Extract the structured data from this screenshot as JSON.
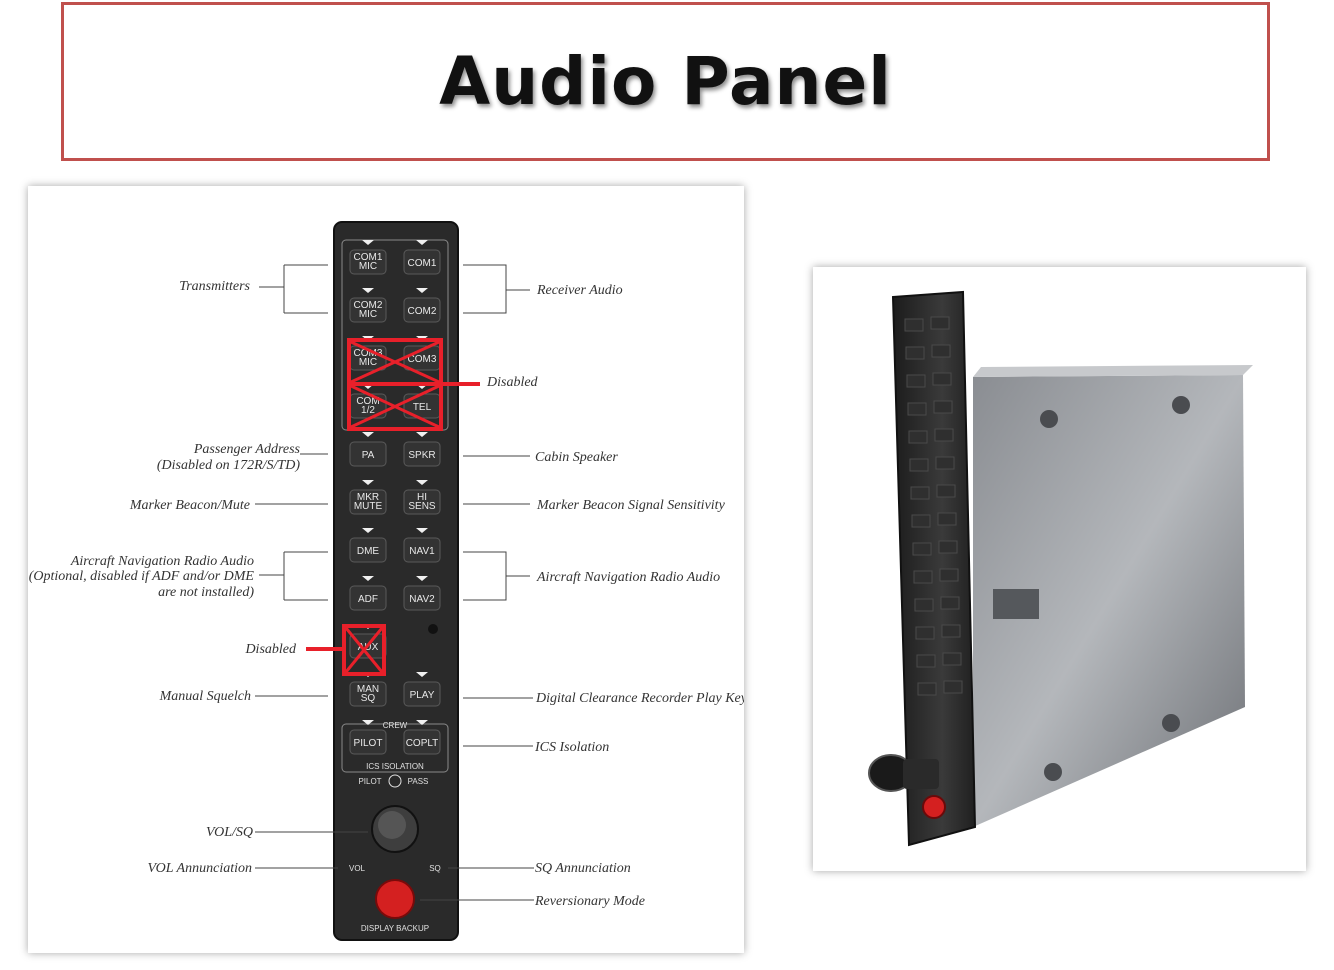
{
  "page": {
    "title": "Audio Panel"
  },
  "panel": {
    "rows": [
      {
        "left": [
          "COM1",
          "MIC"
        ],
        "right": [
          "COM1"
        ]
      },
      {
        "left": [
          "COM2",
          "MIC"
        ],
        "right": [
          "COM2"
        ]
      },
      {
        "left": [
          "COM3",
          "MIC"
        ],
        "right": [
          "COM3"
        ]
      },
      {
        "left": [
          "COM",
          "1/2"
        ],
        "right": [
          "TEL"
        ]
      },
      {
        "left": [
          "PA"
        ],
        "right": [
          "SPKR"
        ]
      },
      {
        "left": [
          "MKR",
          "MUTE"
        ],
        "right": [
          "HI",
          "SENS"
        ]
      },
      {
        "left": [
          "DME"
        ],
        "right": [
          "NAV1"
        ]
      },
      {
        "left": [
          "ADF"
        ],
        "right": [
          "NAV2"
        ]
      },
      {
        "left": [
          "AUX"
        ],
        "right": []
      },
      {
        "left": [
          "MAN",
          "SQ"
        ],
        "right": [
          "PLAY"
        ]
      },
      {
        "left": [
          "PILOT"
        ],
        "right": [
          "COPLT"
        ]
      }
    ],
    "crew_label": "CREW",
    "ics_isolation_label": "ICS   ISOLATION",
    "pilot_label": "PILOT",
    "pass_label": "PASS",
    "vol_label": "VOL",
    "sq_label": "SQ",
    "display_backup_label": "DISPLAY BACKUP"
  },
  "callouts": {
    "transmitters": "Transmitters",
    "receiver_audio": "Receiver Audio",
    "disabled": "Disabled",
    "passenger_address": "Passenger Address",
    "passenger_address_note": "(Disabled on  172R/S/TD)",
    "cabin_speaker": "Cabin Speaker",
    "marker_beacon_mute": "Marker Beacon/Mute",
    "marker_beacon_sensitivity": "Marker Beacon Signal Sensitivity",
    "nav_audio_left": "Aircraft Navigation Radio Audio",
    "nav_audio_left_note_1": "(Optional, disabled if ADF and/or DME",
    "nav_audio_left_note_2": "are not installed)",
    "nav_audio_right": "Aircraft Navigation Radio Audio",
    "disabled_aux": "Disabled",
    "manual_squelch": "Manual Squelch",
    "play_key": "Digital Clearance Recorder Play Key",
    "ics_isolation": "ICS Isolation",
    "vol_sq": "VOL/SQ",
    "vol_annunciation": "VOL Annunciation",
    "sq_annunciation": "SQ Annunciation",
    "reversionary_mode": "Reversionary Mode"
  },
  "colors": {
    "frame_border": "#c0504d",
    "disabled_marker": "#e8202a",
    "panel_body": "#2a2a2a",
    "backup_button": "#d42020"
  }
}
